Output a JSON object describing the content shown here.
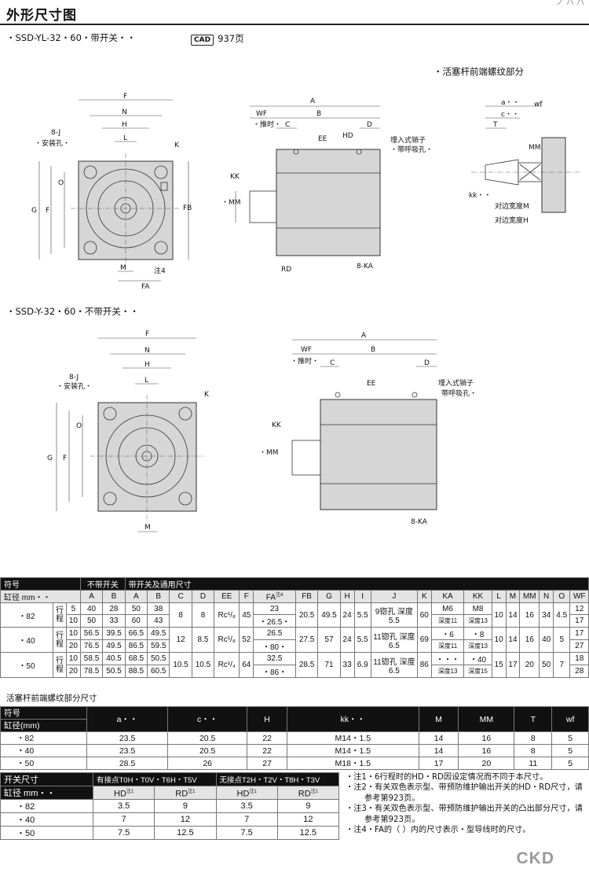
{
  "page_title": "外形尺寸图",
  "corner_text": "ノ  ハ  ハ",
  "section1": {
    "title": "・SSD-YL-32・60・带开关・・",
    "cad_label": "CAD",
    "cad_page": "937页",
    "rod_title": "・活塞杆前端螺纹部分"
  },
  "section2": {
    "title": "・SSD-Y-32・60・不带开关・・"
  },
  "dwg1": {
    "F": "F",
    "N": "N",
    "H": "H",
    "L": "L",
    "J": "8-J",
    "mount": "・安装孔・",
    "K": "K",
    "G": "G",
    "FF": "F",
    "OO": "O",
    "FB": "FB",
    "M": "M",
    "FA": "FA",
    "note4": "注4",
    "A": "A",
    "B": "B",
    "WF": "WF",
    "stroke": "・推时・",
    "C": "C",
    "D": "D",
    "EE": "EE",
    "HD": "HD",
    "pin": "埋入式销子",
    "reflux": "・带呼吸孔・",
    "KK": "KK",
    "MM": "・MM",
    "RD": "RD",
    "KA": "8-KA"
  },
  "dwg_rod": {
    "a": "a・・",
    "wf": "wf",
    "c": "c・・",
    "T": "T",
    "MM": "MM",
    "kk": "kk・・",
    "wM": "对边宽度M",
    "wH": "对边宽度H"
  },
  "dwg2": {
    "F": "F",
    "N": "N",
    "H": "H",
    "L": "L",
    "J": "8-J",
    "mount": "・安装孔・",
    "K": "K",
    "G": "G",
    "FF": "F",
    "OO": "O",
    "M": "M",
    "A": "A",
    "B": "B",
    "WF": "WF",
    "stroke": "・推时・",
    "C": "C",
    "D": "D",
    "EE": "EE",
    "pin": "埋入式销子",
    "reflux": "带呼吸孔・",
    "KK": "KK",
    "MM": "・MM",
    "KA": "8-KA"
  },
  "table1": {
    "code_label": "符号",
    "bore_label": "缸径 mm・・",
    "no_switch": "不带开关",
    "with_switch": "带开关及通用尺寸",
    "stroke_label": "行程",
    "cols": [
      "A",
      "B",
      "A",
      "B",
      "C",
      "D",
      "EE",
      "F",
      "FA",
      "FB",
      "G",
      "H",
      "I",
      "J",
      "K",
      "KA",
      "KK",
      "L",
      "M",
      "MM",
      "N",
      "O",
      "WF"
    ],
    "fa_note": "注4",
    "rows": [
      {
        "bore": "・82",
        "strokes": [
          "5",
          "10"
        ],
        "A": [
          "40",
          "50"
        ],
        "B": [
          "28",
          "33"
        ],
        "sA": [
          "50",
          "60"
        ],
        "sB": [
          "38",
          "43"
        ],
        "C": "8",
        "D": "8",
        "EE": "Rc¹/₈",
        "F": "45",
        "FA": [
          "23",
          "・26.5・"
        ],
        "FB": "20.5",
        "G": "49.5",
        "H": "24",
        "I": "5.5",
        "J": "9锪孔 深度5.5",
        "K": "60",
        "KA": [
          "M6",
          "深度11"
        ],
        "KK": [
          "M8",
          "深度13"
        ],
        "L": "10",
        "M": "14",
        "MM": "16",
        "N": "34",
        "O": "4.5",
        "WF": [
          "12",
          "17"
        ]
      },
      {
        "bore": "・40",
        "strokes": [
          "10",
          "20"
        ],
        "A": [
          "56.5",
          "76.5"
        ],
        "B": [
          "39.5",
          "49.5"
        ],
        "sA": [
          "66.5",
          "86.5"
        ],
        "sB": [
          "49.5",
          "59.5"
        ],
        "C": "12",
        "D": "8.5",
        "EE": "Rc¹/₈",
        "F": "52",
        "FA": [
          "26.5",
          "・80・"
        ],
        "FB": "27.5",
        "G": "57",
        "H": "24",
        "I": "5.5",
        "J": "11锪孔 深度6.5",
        "K": "69",
        "KA": [
          "・6",
          "深度11"
        ],
        "KK": [
          "・8",
          "深度13"
        ],
        "L": "10",
        "M": "14",
        "MM": "16",
        "N": "40",
        "O": "5",
        "WF": [
          "17",
          "27"
        ]
      },
      {
        "bore": "・50",
        "strokes": [
          "10",
          "20"
        ],
        "A": [
          "58.5",
          "78.5"
        ],
        "B": [
          "40.5",
          "50.5"
        ],
        "sA": [
          "68.5",
          "88.5"
        ],
        "sB": [
          "50.5",
          "60.5"
        ],
        "C": "10.5",
        "D": "10.5",
        "EE": "Rc¹/₄",
        "F": "64",
        "FA": [
          "32.5",
          "・86・"
        ],
        "FB": "28.5",
        "G": "71",
        "H": "33",
        "I": "6.9",
        "J": "11锪孔 深度6.5",
        "K": "86",
        "KA": [
          "・・・",
          "深度13"
        ],
        "KK": [
          "・40",
          "深度15"
        ],
        "L": "15",
        "M": "17",
        "MM": "20",
        "N": "50",
        "O": "7",
        "WF": [
          "18",
          "28"
        ]
      }
    ]
  },
  "table2": {
    "title": "活塞杆前端螺纹部分尺寸",
    "code_label": "符号",
    "bore_label": "缸径(mm)",
    "cols": [
      "a・・",
      "c・・",
      "H",
      "kk・・",
      "M",
      "MM",
      "T",
      "wf"
    ],
    "rows": [
      {
        "bore": "・82",
        "v": [
          "23.5",
          "20.5",
          "22",
          "M14・1.5",
          "14",
          "16",
          "8",
          "5"
        ]
      },
      {
        "bore": "・40",
        "v": [
          "23.5",
          "20.5",
          "22",
          "M14・1.5",
          "14",
          "16",
          "8",
          "5"
        ]
      },
      {
        "bore": "・50",
        "v": [
          "28.5",
          "26",
          "27",
          "M18・1.5",
          "17",
          "20",
          "11",
          "5"
        ]
      }
    ]
  },
  "table3": {
    "label_switch": "开关尺寸",
    "label_bore": "缸径 mm・・",
    "group1": "有接点T0H・T0V・T6H・T5V",
    "group2": "无接点T2H・T2V・T8H・T3V",
    "hd": "HD",
    "rd": "RD",
    "note_mark": "注1",
    "rows": [
      {
        "bore": "・82",
        "v": [
          "3.5",
          "9",
          "3.5",
          "9"
        ]
      },
      {
        "bore": "・40",
        "v": [
          "7",
          "12",
          "7",
          "12"
        ]
      },
      {
        "bore": "・50",
        "v": [
          "7.5",
          "12.5",
          "7.5",
          "12.5"
        ]
      }
    ]
  },
  "notes": [
    "・注1・6行程时的HD・RD因设定情况而不同于本尺寸。",
    "・注2・有关双色表示型、带预防维护输出开关的HD・RD尺寸，请参考第923页。",
    "・注3・有关双色表示型、带预防维护输出开关的凸出部分尺寸，请参考第923页。",
    "・注4・FA的（ ）内的尺寸表示・型导线时的尺寸。"
  ],
  "logo": "CKD"
}
